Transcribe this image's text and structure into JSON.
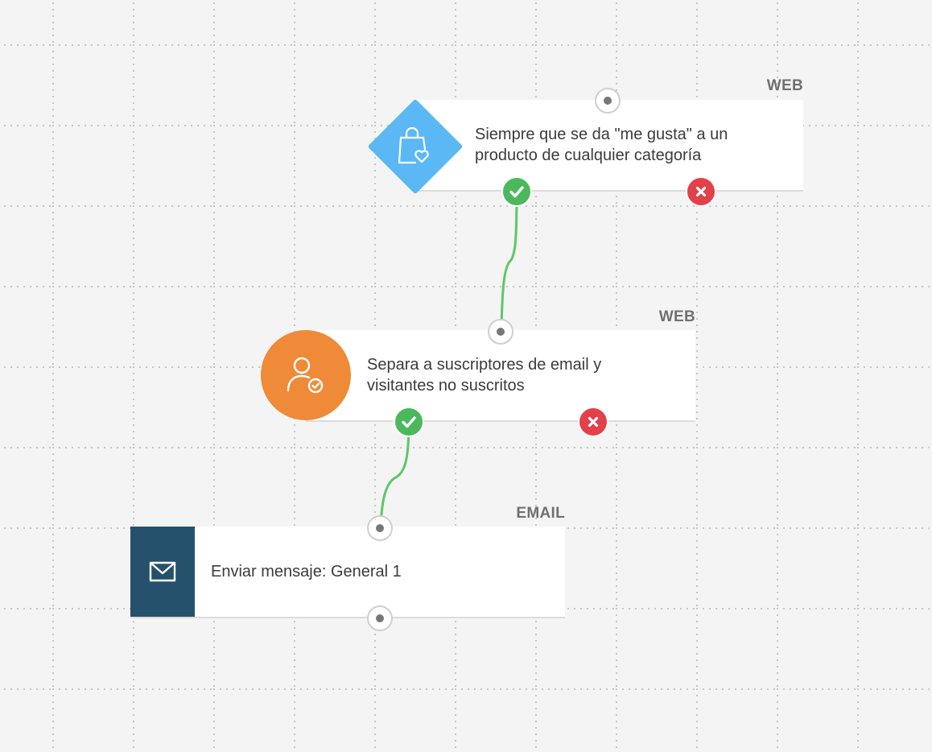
{
  "workflow": {
    "nodes": [
      {
        "channel": "WEB",
        "text": "Siempre que se da \"me gusta\" a un producto de cualquier categoría",
        "icon": "shopping-bag-heart-icon",
        "icon_color": "#5bb8f5"
      },
      {
        "channel": "WEB",
        "text": "Separa a suscriptores de email y visitantes no suscritos",
        "icon": "user-check-icon",
        "icon_color": "#ee8a38"
      },
      {
        "channel": "EMAIL",
        "text": "Enviar mensaje: General 1",
        "icon": "envelope-icon",
        "icon_color": "#26516c"
      }
    ],
    "colors": {
      "background": "#f4f4f4",
      "connector": "#5cc866",
      "yes": "#4cb85c",
      "no": "#e2414a"
    }
  }
}
